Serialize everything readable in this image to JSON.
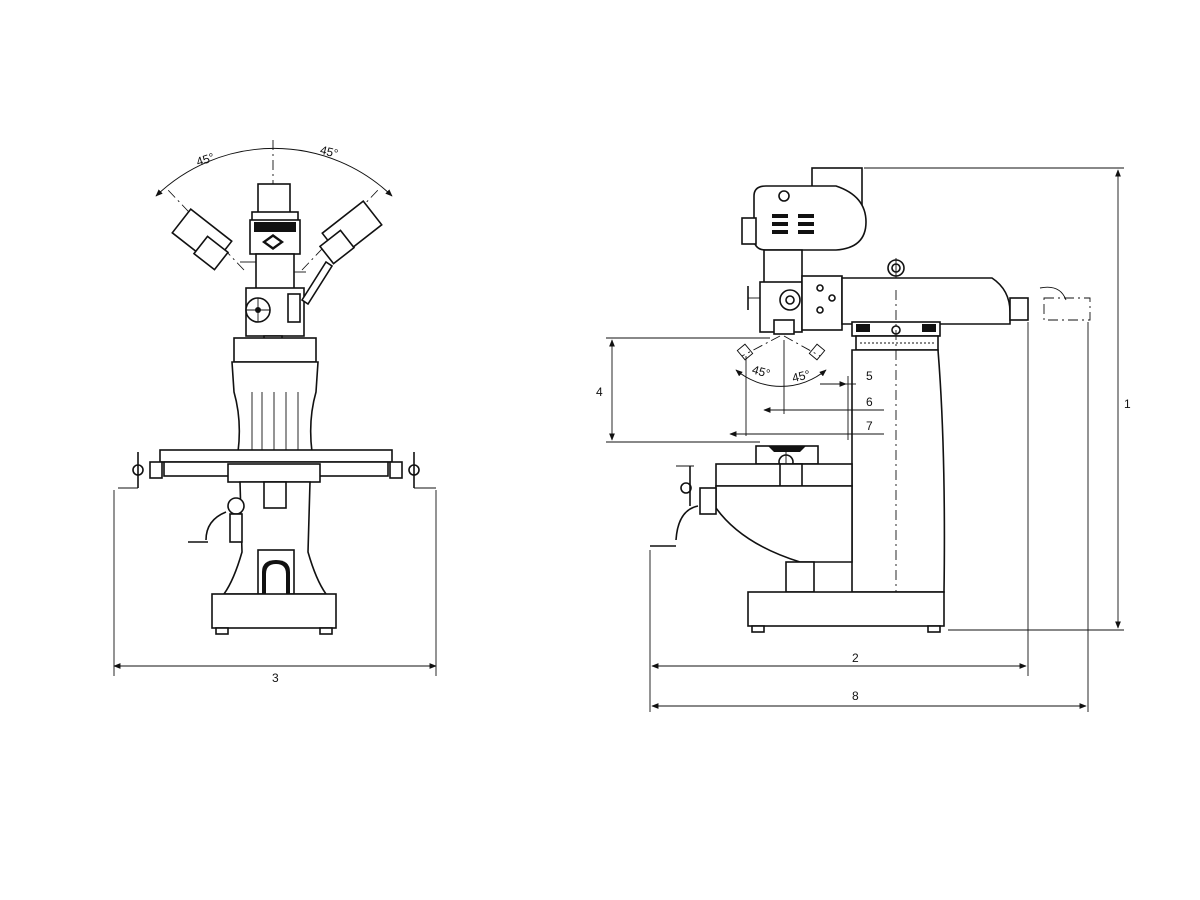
{
  "front_view": {
    "angle_left": "45°",
    "angle_right": "45°",
    "width_label": "3"
  },
  "side_view": {
    "angle_left": "45°",
    "angle_right": "45°",
    "dims": {
      "d1": "1",
      "d2": "2",
      "d4": "4",
      "d5": "5",
      "d6": "6",
      "d7": "7",
      "d8": "8"
    }
  },
  "colors": {
    "line": "#111111",
    "background": "#ffffff"
  }
}
